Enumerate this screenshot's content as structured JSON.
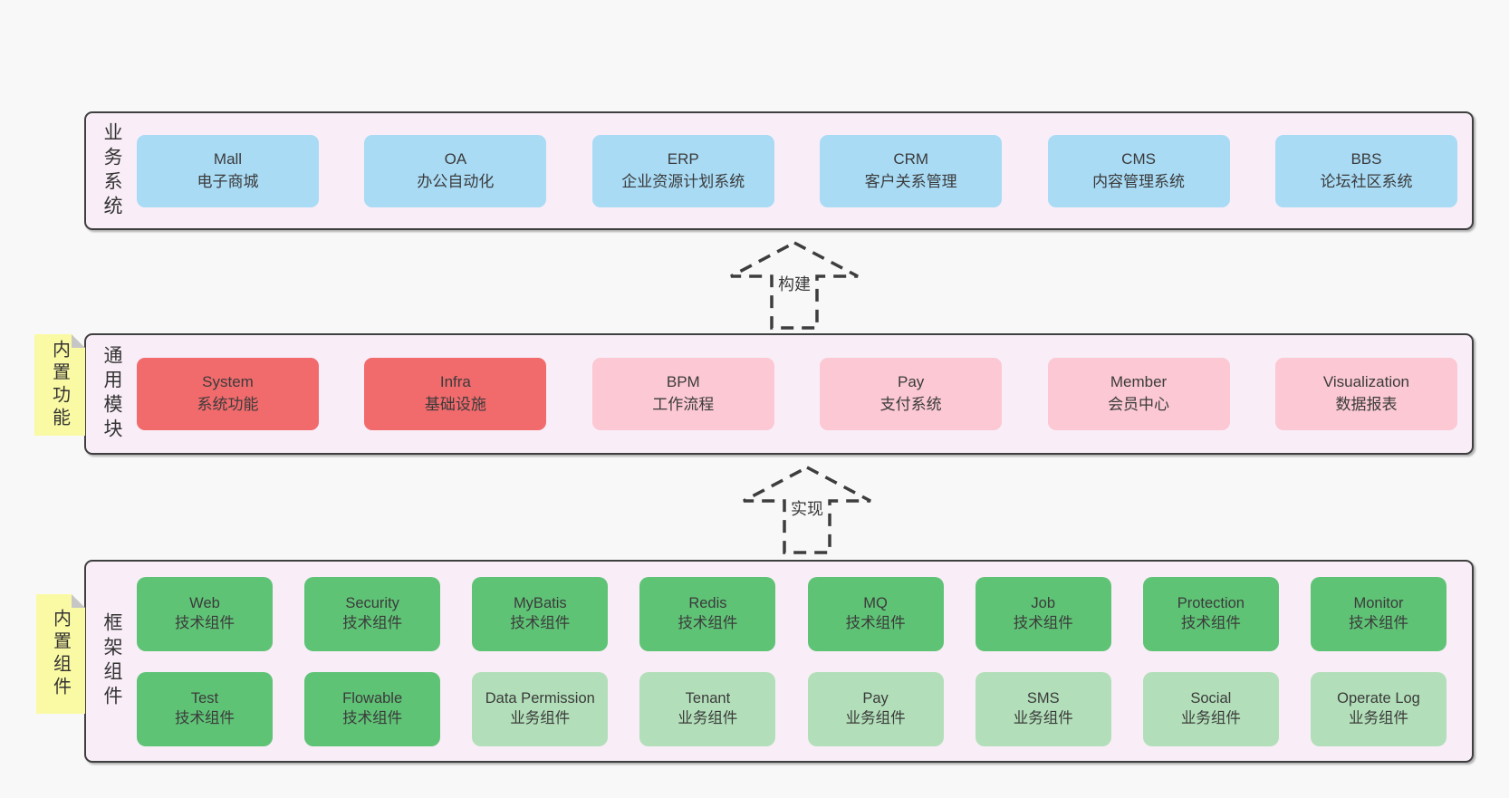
{
  "diagram": {
    "colors": {
      "page_bg": "#f8f8f8",
      "container_bg": "#f9eef7",
      "container_border": "#3f3f3f",
      "blue": "#a9dbf5",
      "red": "#f16a6c",
      "pink": "#fbc8d3",
      "green": "#5fc376",
      "lightgreen": "#b2dfb9",
      "note_bg": "#fbfaa4",
      "text": "#3a3a3a"
    },
    "arrows": [
      {
        "label": "构建"
      },
      {
        "label": "实现"
      }
    ],
    "layers": [
      {
        "name": "business-systems",
        "side_label": "业务系统",
        "note": null,
        "rows": [
          [
            {
              "title": "Mall",
              "subtitle": "电子商城",
              "variant": "blue"
            },
            {
              "title": "OA",
              "subtitle": "办公自动化",
              "variant": "blue"
            },
            {
              "title": "ERP",
              "subtitle": "企业资源计划系统",
              "variant": "blue"
            },
            {
              "title": "CRM",
              "subtitle": "客户关系管理",
              "variant": "blue"
            },
            {
              "title": "CMS",
              "subtitle": "内容管理系统",
              "variant": "blue"
            },
            {
              "title": "BBS",
              "subtitle": "论坛社区系统",
              "variant": "blue"
            }
          ]
        ]
      },
      {
        "name": "common-modules",
        "side_label": "通用模块",
        "note": "内置功能",
        "rows": [
          [
            {
              "title": "System",
              "subtitle": "系统功能",
              "variant": "red"
            },
            {
              "title": "Infra",
              "subtitle": "基础设施",
              "variant": "red"
            },
            {
              "title": "BPM",
              "subtitle": "工作流程",
              "variant": "pink"
            },
            {
              "title": "Pay",
              "subtitle": "支付系统",
              "variant": "pink"
            },
            {
              "title": "Member",
              "subtitle": "会员中心",
              "variant": "pink"
            },
            {
              "title": "Visualization",
              "subtitle": "数据报表",
              "variant": "pink"
            }
          ]
        ]
      },
      {
        "name": "framework-components",
        "side_label": "框架组件",
        "note": "内置组件",
        "rows": [
          [
            {
              "title": "Web",
              "subtitle": "技术组件",
              "variant": "green"
            },
            {
              "title": "Security",
              "subtitle": "技术组件",
              "variant": "green"
            },
            {
              "title": "MyBatis",
              "subtitle": "技术组件",
              "variant": "green"
            },
            {
              "title": "Redis",
              "subtitle": "技术组件",
              "variant": "green"
            },
            {
              "title": "MQ",
              "subtitle": "技术组件",
              "variant": "green"
            },
            {
              "title": "Job",
              "subtitle": "技术组件",
              "variant": "green"
            },
            {
              "title": "Protection",
              "subtitle": "技术组件",
              "variant": "green"
            },
            {
              "title": "Monitor",
              "subtitle": "技术组件",
              "variant": "green"
            }
          ],
          [
            {
              "title": "Test",
              "subtitle": "技术组件",
              "variant": "green"
            },
            {
              "title": "Flowable",
              "subtitle": "技术组件",
              "variant": "green"
            },
            {
              "title": "Data Permission",
              "subtitle": "业务组件",
              "variant": "lightgreen"
            },
            {
              "title": "Tenant",
              "subtitle": "业务组件",
              "variant": "lightgreen"
            },
            {
              "title": "Pay",
              "subtitle": "业务组件",
              "variant": "lightgreen"
            },
            {
              "title": "SMS",
              "subtitle": "业务组件",
              "variant": "lightgreen"
            },
            {
              "title": "Social",
              "subtitle": "业务组件",
              "variant": "lightgreen"
            },
            {
              "title": "Operate Log",
              "subtitle": "业务组件",
              "variant": "lightgreen"
            }
          ]
        ]
      }
    ]
  }
}
